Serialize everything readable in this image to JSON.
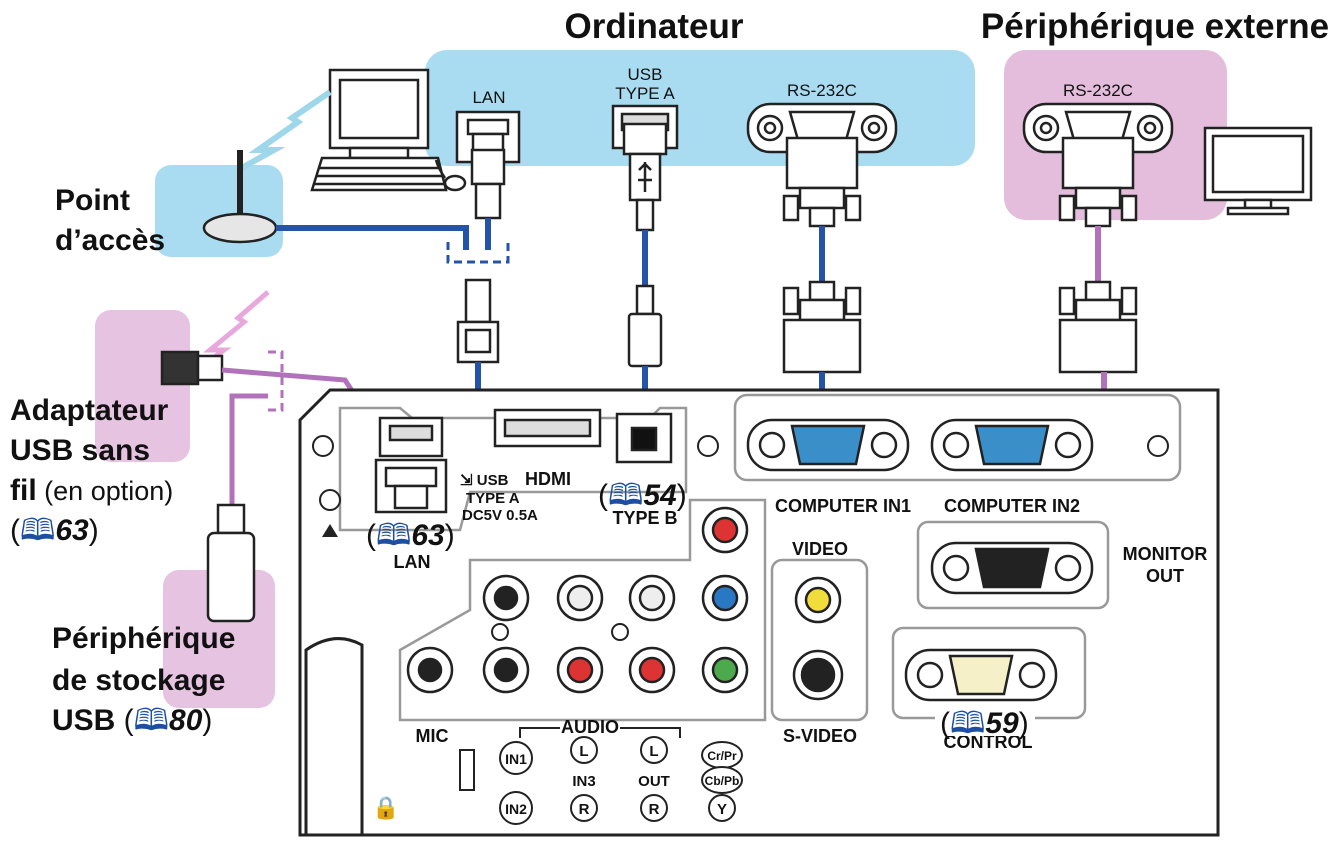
{
  "colors": {
    "computer_zone": "#a9dcf0",
    "external_zone": "#e3bddb",
    "storage_zone": "#e6c3e0",
    "blue_cable": "#2453a7",
    "purple_cable": "#b171bb",
    "book_icon": "#1c4fa3"
  },
  "headers": {
    "computer": "Ordinateur",
    "external": "Périphérique externe"
  },
  "devices": {
    "access_point_line1": "Point",
    "access_point_line2": "d’accès",
    "wireless_line1": "Adaptateur",
    "wireless_line2": "USB sans",
    "wireless_line3_bold": "fil",
    "wireless_line3_normal": " (en option)",
    "wireless_ref": "63",
    "storage_line1": "Périphérique",
    "storage_line2": "de stockage",
    "storage_line3": "USB",
    "storage_ref": "80"
  },
  "computer_ports": {
    "lan": "LAN",
    "usb_line1": "USB",
    "usb_line2": "TYPE A",
    "rs232": "RS-232C"
  },
  "external_ports": {
    "rs232": "RS-232C"
  },
  "panel": {
    "usb_a_line1": "USB",
    "usb_a_line2": "TYPE A",
    "usb_a_line3": "DC5V 0.5A",
    "hdmi": "HDMI",
    "usb_b_ref": "54",
    "usb_b": "TYPE B",
    "lan_ref": "63",
    "lan": "LAN",
    "computer_in1": "COMPUTER IN1",
    "computer_in2": "COMPUTER IN2",
    "video": "VIDEO",
    "monitor_out_line1": "MONITOR",
    "monitor_out_line2": "OUT",
    "control_ref": "59",
    "control": "CONTROL",
    "s_video": "S-VIDEO",
    "mic": "MIC",
    "audio": "AUDIO",
    "in1": "IN1",
    "in2": "IN2",
    "in3": "IN3",
    "l": "L",
    "r": "R",
    "out": "OUT",
    "cr_pr": "Cr/Pr",
    "cb_pb": "Cb/Pb",
    "y": "Y"
  }
}
